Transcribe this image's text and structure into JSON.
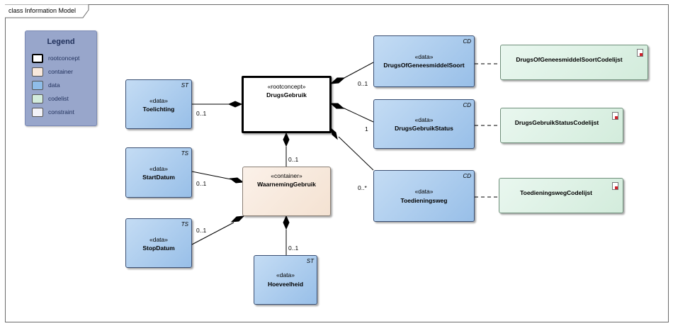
{
  "frame": {
    "title": "class Information Model"
  },
  "legend": {
    "title": "Legend",
    "items": [
      {
        "label": "rootconcept",
        "color": "#ffffff",
        "border": "#000000"
      },
      {
        "label": "container",
        "color": "#f8e8dc",
        "border": "#555555"
      },
      {
        "label": "data",
        "color": "#8fbde9",
        "border": "#555555"
      },
      {
        "label": "codelist",
        "color": "#d3ecdc",
        "border": "#555555"
      },
      {
        "label": "constraint",
        "color": "#f2f2f8",
        "border": "#555555"
      }
    ]
  },
  "classes": {
    "drugs_gebruik": {
      "stereotype": "«rootconcept»",
      "name": "DrugsGebruik"
    },
    "toelichting": {
      "stereotype": "«data»",
      "name": "Toelichting",
      "tag": "ST"
    },
    "waarneming_gebruik": {
      "stereotype": "«container»",
      "name": "WaarnemingGebruik"
    },
    "start_datum": {
      "stereotype": "«data»",
      "name": "StartDatum",
      "tag": "TS"
    },
    "stop_datum": {
      "stereotype": "«data»",
      "name": "StopDatum",
      "tag": "TS"
    },
    "hoeveelheid": {
      "stereotype": "«data»",
      "name": "Hoeveelheid",
      "tag": "ST"
    },
    "drugs_of_geneesmiddel_soort": {
      "stereotype": "«data»",
      "name": "DrugsOfGeneesmiddelSoort",
      "tag": "CD"
    },
    "drugs_gebruik_status": {
      "stereotype": "«data»",
      "name": "DrugsGebruikStatus",
      "tag": "CD"
    },
    "toedieningsweg": {
      "stereotype": "«data»",
      "name": "Toedieningsweg",
      "tag": "CD"
    }
  },
  "codelists": {
    "soort": {
      "name": "DrugsOfGeneesmiddelSoortCodelijst"
    },
    "status": {
      "name": "DrugsGebruikStatusCodelijst"
    },
    "weg": {
      "name": "ToedieningswegCodelijst"
    }
  },
  "multiplicities": {
    "toelichting": "0..1",
    "waarneming_gebruik": "0..1",
    "start_datum": "0..1",
    "stop_datum": "0..1",
    "hoeveelheid": "0..1",
    "drugs_of_geneesmiddel_soort": "0..1",
    "drugs_gebruik_status": "1",
    "toedieningsweg": "0..*"
  }
}
